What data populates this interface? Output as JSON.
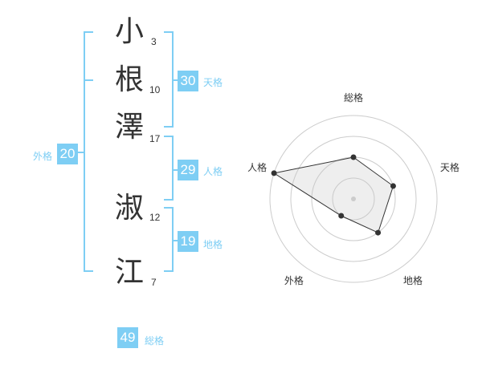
{
  "name": {
    "chars": [
      {
        "char": "小",
        "strokes": "3"
      },
      {
        "char": "根",
        "strokes": "10"
      },
      {
        "char": "澤",
        "strokes": "17"
      },
      {
        "char": "淑",
        "strokes": "12"
      },
      {
        "char": "江",
        "strokes": "7"
      }
    ]
  },
  "kakusu": {
    "tenkaku": {
      "value": "30",
      "label": "天格"
    },
    "jinkaku": {
      "value": "29",
      "label": "人格"
    },
    "chikaku": {
      "value": "19",
      "label": "地格"
    },
    "gaikaku": {
      "value": "20",
      "label": "外格"
    },
    "soukaku": {
      "value": "49",
      "label": "総格"
    }
  },
  "colors": {
    "accent": "#7ecef4",
    "text": "#333333"
  },
  "chart_data": {
    "type": "radar",
    "axes": [
      "総格",
      "天格",
      "地格",
      "外格",
      "人格"
    ],
    "values": [
      2,
      2,
      2,
      1,
      4
    ],
    "range": [
      0,
      4
    ],
    "rings": 4
  }
}
